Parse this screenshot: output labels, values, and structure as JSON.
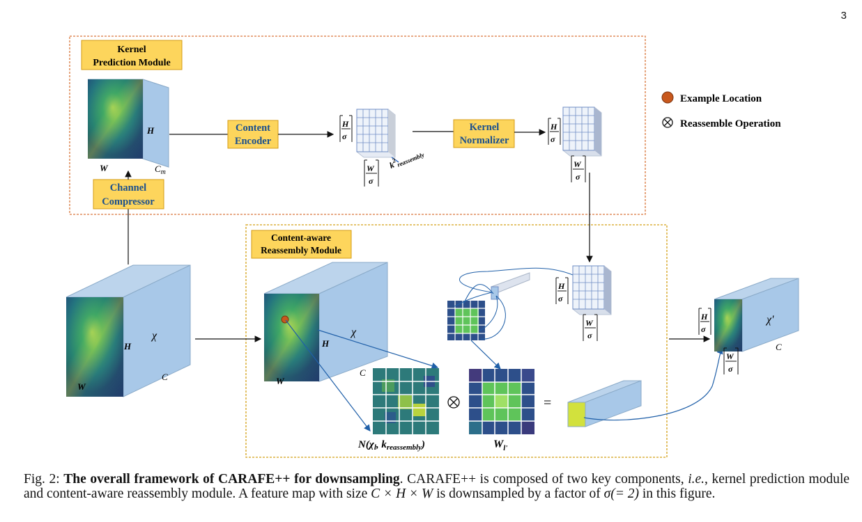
{
  "page_number": "3",
  "modules": {
    "kernel_prediction": "Kernel\nPrediction Module",
    "reassembly": "Content-aware\nReassembly Module"
  },
  "boxes": {
    "content_encoder": "Content\nEncoder",
    "kernel_normalizer": "Kernel\nNormalizer",
    "channel_compressor": "Channel\nCompressor"
  },
  "legend": {
    "example_location": "Example Location",
    "reassemble_operation": "Reassemble Operation",
    "example_location_color": "#c8581d"
  },
  "labels": {
    "H": "H",
    "W": "W",
    "C": "C",
    "Cm": "Cm",
    "chi": "χ",
    "chi_prime": "χ'",
    "frac_H_sigma_top": "H",
    "frac_sigma": "σ",
    "frac_W_sigma_top": "W",
    "k_reassembly": "k²reassembly",
    "neighborhood": "N(χl, kreassembly)",
    "weights": "Wl'",
    "otimes": "⊗",
    "equals": "="
  },
  "colors": {
    "cube_face": "#a8c8e8",
    "module_border": "#d9753a",
    "reassembly_border": "#d4a017",
    "box_fill": "#fdd55c",
    "box_border": "#d49b16",
    "arrow": "#1f5fa8"
  },
  "caption": {
    "prefix": "Fig. 2:",
    "bold": "The overall framework of CARAFE++ for downsampling",
    "text1": ". CARAFE++ is composed of two key components,",
    "ie": "i.e.",
    "text2": ", kernel prediction module and content-aware reassembly module. A feature map with size",
    "math": "C × H × W",
    "text3": "is downsampled by a factor of",
    "sigma": "σ(= 2)",
    "text4": "in this figure."
  }
}
